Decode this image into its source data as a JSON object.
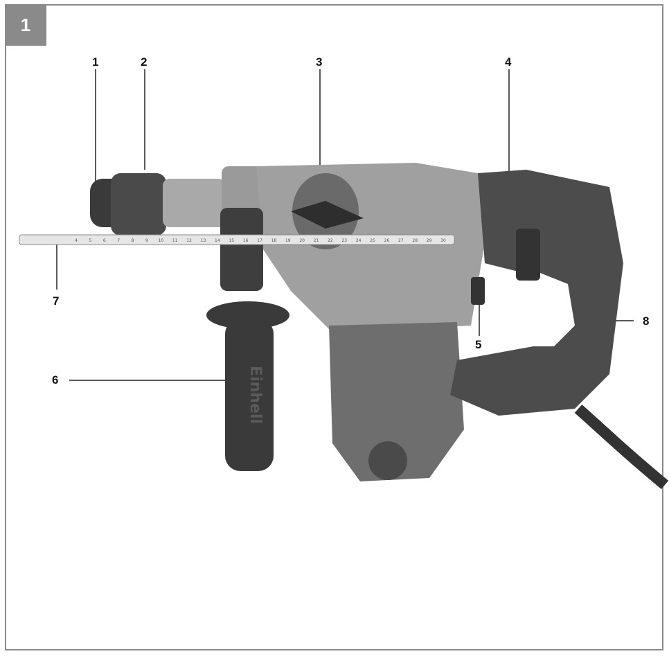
{
  "figure": {
    "number": "1"
  },
  "callouts": {
    "c1": "1",
    "c2": "2",
    "c3": "3",
    "c4": "4",
    "c5": "5",
    "c6": "6",
    "c7": "7",
    "c8": "8"
  },
  "handle_brand": "Einhell",
  "ruler_ticks": [
    "4",
    "5",
    "6",
    "7",
    "8",
    "9",
    "10",
    "11",
    "12",
    "13",
    "14",
    "15",
    "16",
    "17",
    "18",
    "19",
    "20",
    "21",
    "22",
    "23",
    "24",
    "25",
    "26",
    "27",
    "28",
    "29",
    "30"
  ],
  "colors": {
    "frame": "#8a8a8a",
    "tool_dark": "#3a3a3a",
    "tool_mid": "#6e6e6e",
    "tool_light": "#a9a9a9"
  }
}
